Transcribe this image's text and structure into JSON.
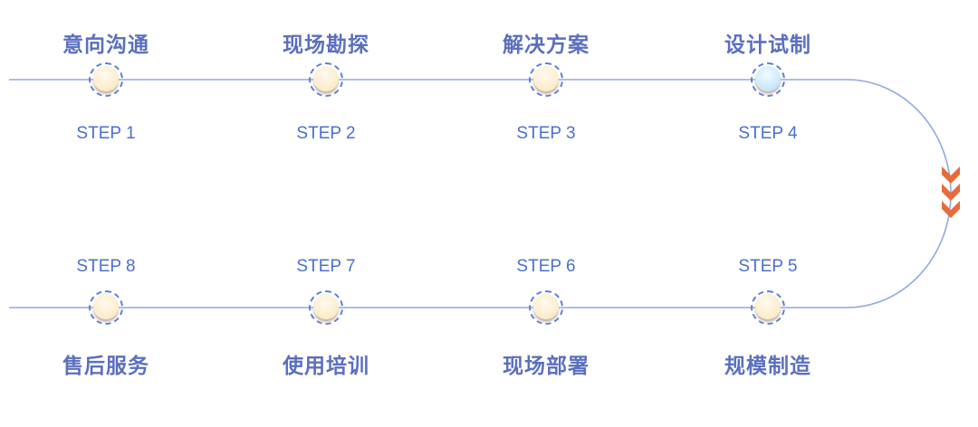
{
  "steps": [
    {
      "title": "意向沟通",
      "label": "STEP 1"
    },
    {
      "title": "现场勘探",
      "label": "STEP 2"
    },
    {
      "title": "解决方案",
      "label": "STEP 3"
    },
    {
      "title": "设计试制",
      "label": "STEP 4"
    },
    {
      "title": "规模制造",
      "label": "STEP 5"
    },
    {
      "title": "现场部署",
      "label": "STEP 6"
    },
    {
      "title": "使用培训",
      "label": "STEP 7"
    },
    {
      "title": "售后服务",
      "label": "STEP 8"
    }
  ],
  "colors": {
    "line": "#8fa9e3",
    "arrow": "#e86b3c",
    "text": "#4a6fcf",
    "title": "#5b6fbf"
  }
}
